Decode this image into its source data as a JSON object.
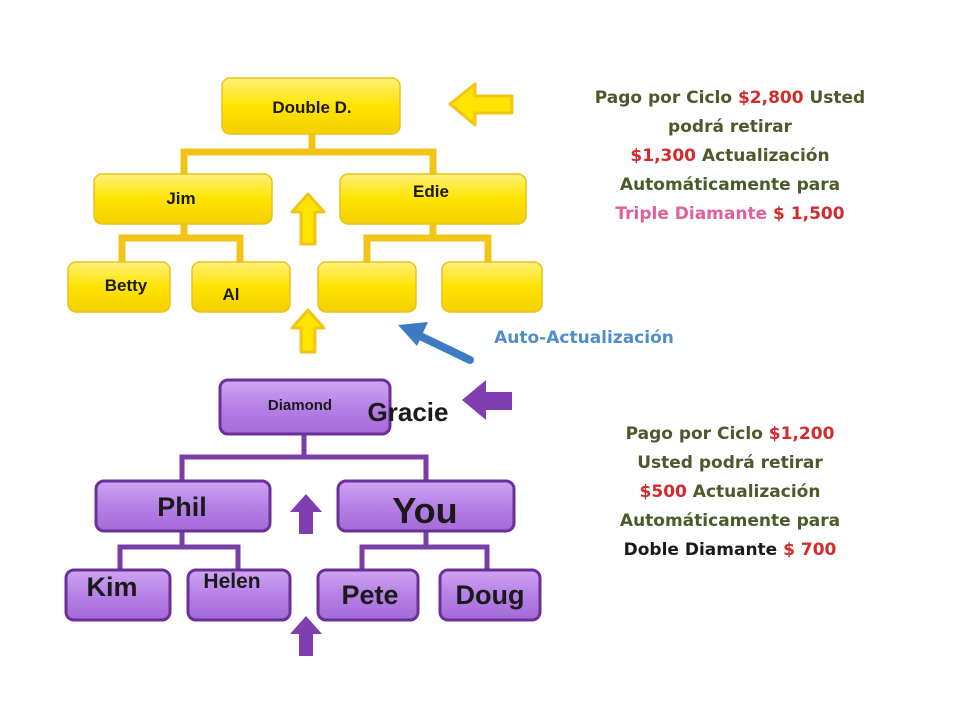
{
  "colors": {
    "yellow_fill": "#ffe400",
    "yellow_line": "#f2c418",
    "purple_fill": "#b680e6",
    "purple_line": "#7a3ea8",
    "purple_arrow": "#7f3fb0",
    "blue_arrow": "#3d7cc2",
    "note_text": "#4a5a2a",
    "accent_red": "#d42a2a",
    "accent_pink": "#e0609a"
  },
  "top_tree": {
    "root": "Double D.",
    "level1": [
      "Jim",
      "Edie"
    ],
    "level2": [
      "Betty",
      "Al",
      "",
      ""
    ]
  },
  "bottom_tree": {
    "root": "Diamond",
    "root_name": "Gracie",
    "level1": [
      "Phil",
      "You"
    ],
    "level2": [
      "Kim",
      "Helen",
      "Pete",
      "Doug"
    ]
  },
  "auto_update_label": "Auto-Actualización",
  "top_note": {
    "l1a": "Pago por Ciclo ",
    "l1b": "$2,800",
    "l1c": " Usted",
    "l2": "podrá retirar",
    "l3a": "$1,300",
    "l3b": " Actualización",
    "l4": "Automáticamente para",
    "l5a": "Triple Diamante",
    "l5b": " $ 1,500"
  },
  "bottom_note": {
    "l1a": "Pago por Ciclo ",
    "l1b": "$1,200",
    "l2": "Usted podrá retirar",
    "l3a": "$500",
    "l3b": " Actualización",
    "l4": "Automáticamente para",
    "l5a": "Doble Diamante",
    "l5b": " $ 700"
  }
}
